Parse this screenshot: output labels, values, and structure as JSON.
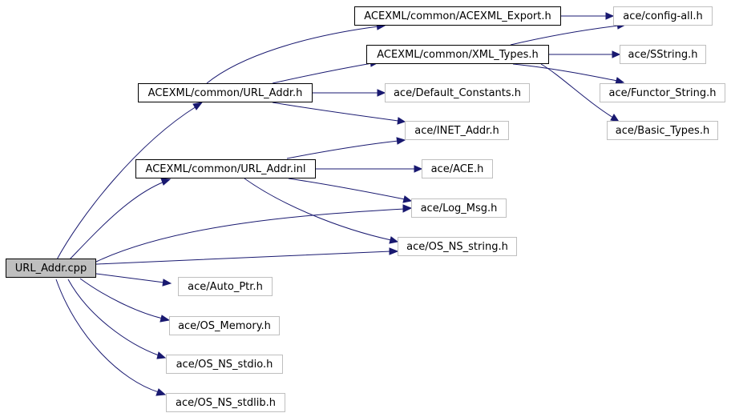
{
  "nodes": {
    "root": "URL_Addr.cpp",
    "url_addr_h": "ACEXML/common/URL_Addr.h",
    "url_addr_inl": "ACEXML/common/URL_Addr.inl",
    "acexml_export": "ACEXML/common/ACEXML_Export.h",
    "xml_types": "ACEXML/common/XML_Types.h",
    "config_all": "ace/config-all.h",
    "sstring": "ace/SString.h",
    "functor_string": "ace/Functor_String.h",
    "basic_types": "ace/Basic_Types.h",
    "default_constants": "ace/Default_Constants.h",
    "inet_addr": "ace/INET_Addr.h",
    "ace": "ace/ACE.h",
    "log_msg": "ace/Log_Msg.h",
    "os_ns_string": "ace/OS_NS_string.h",
    "auto_ptr": "ace/Auto_Ptr.h",
    "os_memory": "ace/OS_Memory.h",
    "os_ns_stdio": "ace/OS_NS_stdio.h",
    "os_ns_stdlib": "ace/OS_NS_stdlib.h"
  },
  "colors": {
    "edge": "#191970",
    "root_fill": "#bfbfbf",
    "documented_border": "#000000",
    "external_border": "#bfbfbf"
  }
}
